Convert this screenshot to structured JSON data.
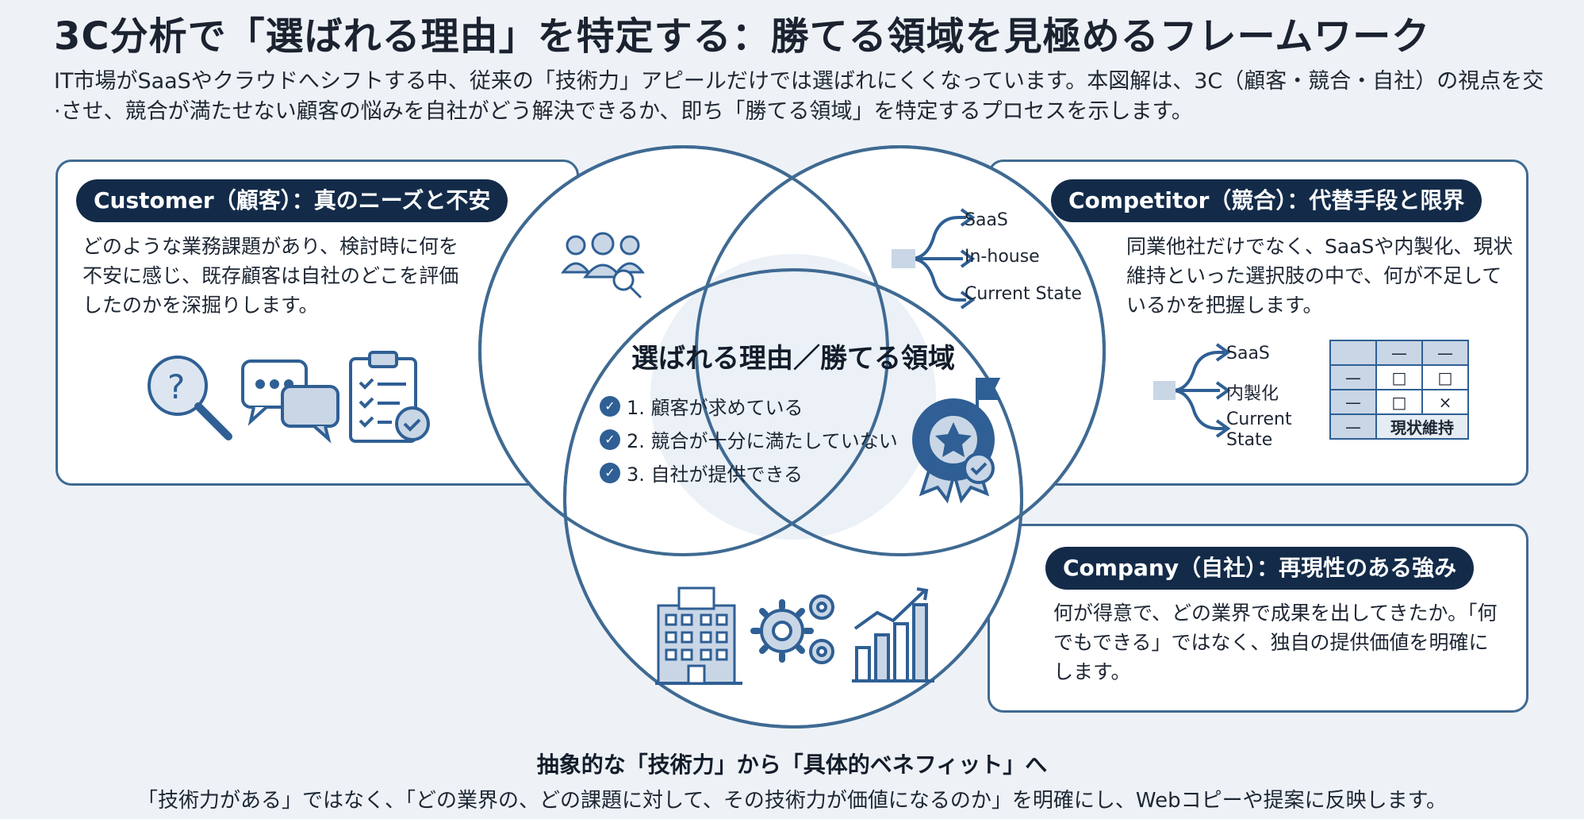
{
  "header": {
    "title": "3C分析で「選ばれる理由」を特定する：勝てる領域を見極めるフレームワーク",
    "subtitle": "IT市場がSaaSやクラウドへシフトする中、従来の「技術力」アピールだけでは選ばれにくくなっています。本図解は、3C（顧客・競合・自社）の視点を交·させ、競合が満たせない顧客の悩みを自社がどう解決できるか、即ち「勝てる領域」を特定するプロセスを示します。"
  },
  "customer": {
    "label": "Customer（顧客）：真のニーズと不安",
    "text": "どのような業務課題があり、検討時に何を不安に感じ、既存顧客は自社のどこを評価したのかを深掘りします。",
    "icons": [
      "question-magnifier-icon",
      "chat-bubbles-icon",
      "clipboard-checklist-icon"
    ]
  },
  "competitor": {
    "label": "Competitor（競合）：代替手段と限界",
    "text": "同業他社だけでなく、SaaSや内製化、現状維持といった選択肢の中で、何が不足しているかを把握します。",
    "flow_items": [
      "SaaS",
      "内製化",
      "Current State"
    ],
    "table_last_cell": "現状維持",
    "table_marks": [
      "□",
      "□",
      "□",
      "×"
    ]
  },
  "company": {
    "label": "Company（自社）：再現性のある強み",
    "text": "何が得意で、どの業界で成果を出してきたか。「何でもできる」ではなく、独自の提供価値を明確にします。"
  },
  "venn": {
    "center_title": "選ばれる理由／勝てる領域",
    "items": [
      "1. 顧客が求めている",
      "2. 競合が十分に満たしていない",
      "3. 自社が提供できる"
    ],
    "competitor_flow": [
      "SaaS",
      "In-house",
      "Current State"
    ]
  },
  "footer": {
    "title": "抽象的な「技術力」から「具体的ベネフィット」へ",
    "text": "「技術力がある」ではなく、「どの業界の、どの課題に対して、その技術力が価値になるのか」を明確にし、Webコピーや提案に反映します。"
  },
  "colors": {
    "navy": "#132b49",
    "accent": "#2f5f94",
    "border": "#3f6a92",
    "background": "#eef2f7"
  }
}
